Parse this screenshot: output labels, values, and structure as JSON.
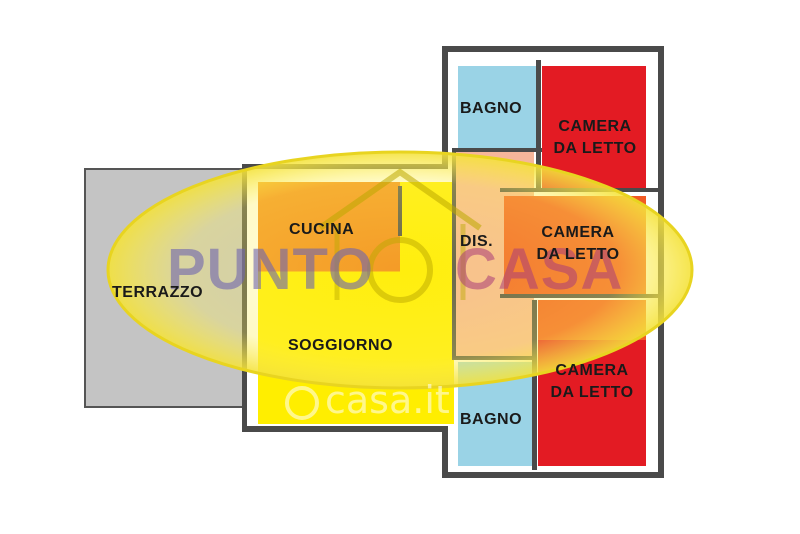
{
  "rooms": {
    "terrazzo": "TERRAZZO",
    "cucina": "CUCINA",
    "soggiorno": "SOGGIORNO",
    "dis": "DIS.",
    "bagno_top": "BAGNO",
    "bagno_bottom": "BAGNO",
    "camera_1": "CAMERA\nDA LETTO",
    "camera_2": "CAMERA\nDA LETTO",
    "camera_3": "CAMERA\nDA LETTO"
  },
  "logo": {
    "word1": "PUNTO",
    "word2": "CASA"
  },
  "watermark": "casa.it",
  "colors": {
    "terrace": "#c4c4c4",
    "kitchen": "#f28c1e",
    "living": "#ffee00",
    "hallway": "#f6b69a",
    "bathroom": "#9ad3e6",
    "bedroom_red": "#e31b23",
    "bedroom_orange": "#f15a24",
    "logo_ellipse": "#fff15a",
    "logo_text": "#7a6fb0"
  }
}
